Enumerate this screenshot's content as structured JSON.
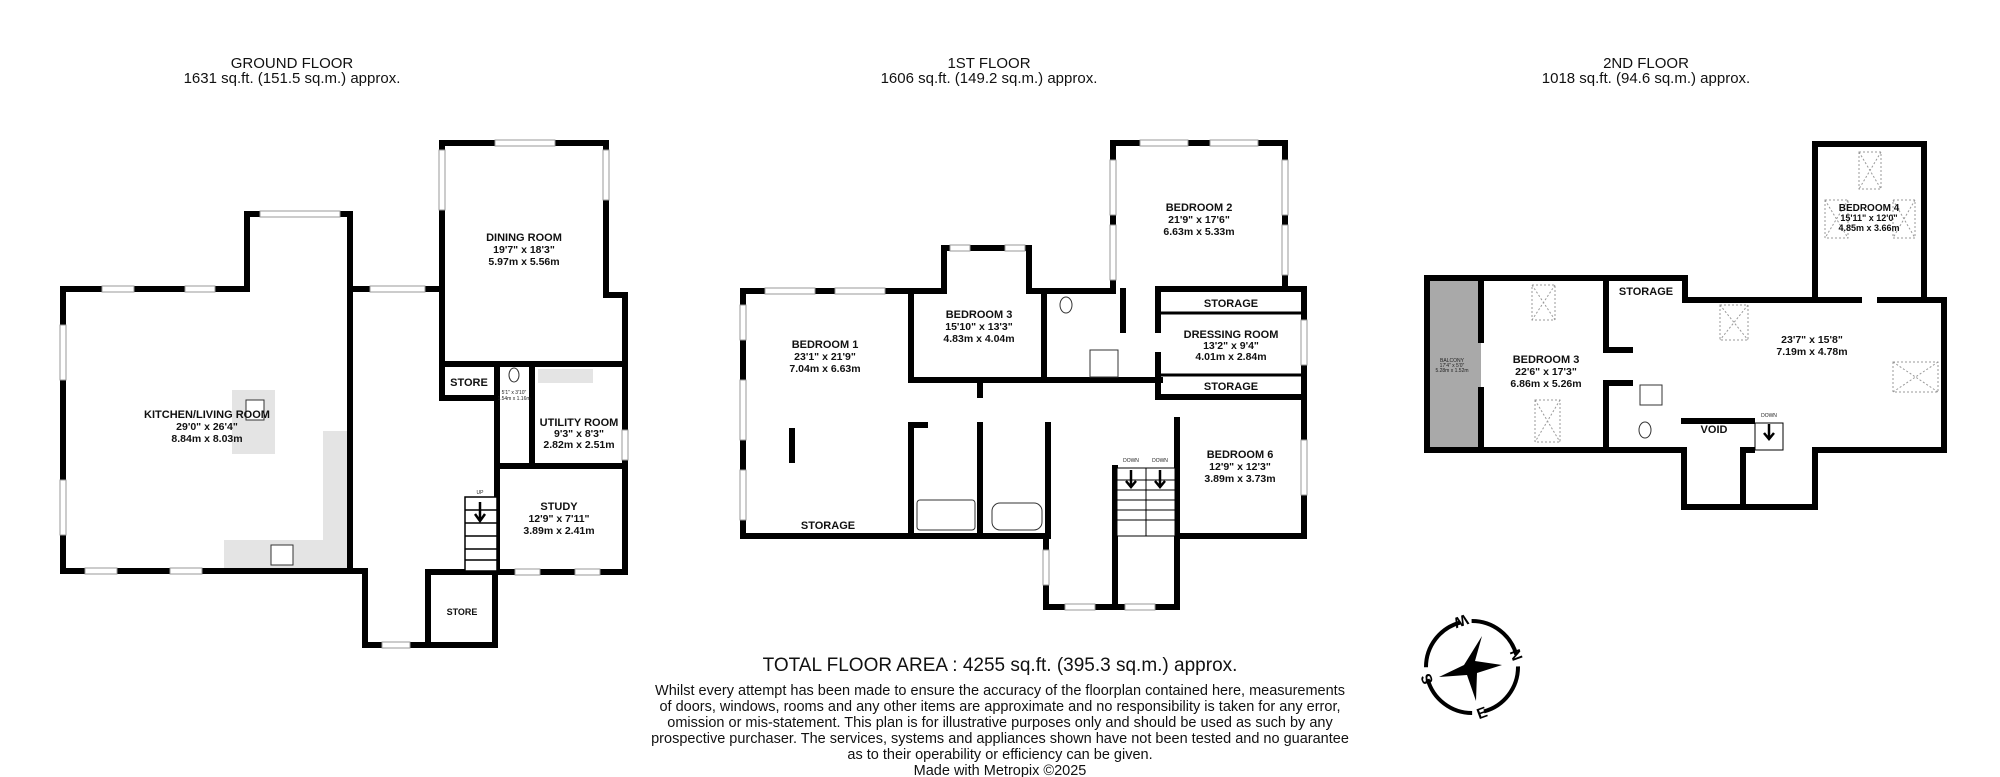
{
  "floors": {
    "ground": {
      "title": "GROUND FLOOR",
      "area": "1631 sq.ft. (151.5 sq.m.) approx.",
      "rooms": {
        "kitchen": {
          "name": "KITCHEN/LIVING ROOM",
          "imperial": "29'0\"  x 26'4\"",
          "metric": "8.84m  x 8.03m"
        },
        "dining": {
          "name": "DINING ROOM",
          "imperial": "19'7\"  x 18'3\"",
          "metric": "5.97m  x 5.56m"
        },
        "store1": {
          "name": "STORE"
        },
        "wc": {
          "imperial": "5'1\" x 3'10\"",
          "metric": "1.54m x 1.16m"
        },
        "utility": {
          "name": "UTILITY ROOM",
          "imperial": "9'3\"  x 8'3\"",
          "metric": "2.82m  x 2.51m"
        },
        "study": {
          "name": "STUDY",
          "imperial": "12'9\"  x 7'11\"",
          "metric": "3.89m  x 2.41m"
        },
        "store2": {
          "name": "STORE"
        }
      },
      "stairs_label": "UP"
    },
    "first": {
      "title": "1ST FLOOR",
      "area": "1606 sq.ft. (149.2 sq.m.) approx.",
      "rooms": {
        "bedroom1": {
          "name": "BEDROOM 1",
          "imperial": "23'1\"  x 21'9\"",
          "metric": "7.04m  x 6.63m"
        },
        "bedroom1_storage": {
          "name": "STORAGE"
        },
        "bedroom3": {
          "name": "BEDROOM 3",
          "imperial": "15'10\"  x 13'3\"",
          "metric": "4.83m  x 4.04m"
        },
        "bedroom2": {
          "name": "BEDROOM 2",
          "imperial": "21'9\"  x 17'6\"",
          "metric": "6.63m  x 5.33m"
        },
        "storage_top": {
          "name": "STORAGE"
        },
        "dressing": {
          "name": "DRESSING ROOM",
          "imperial": "13'2\"  x 9'4\"",
          "metric": "4.01m  x 2.84m"
        },
        "storage_bottom": {
          "name": "STORAGE"
        },
        "bedroom6": {
          "name": "BEDROOM 6",
          "imperial": "12'9\"  x 12'3\"",
          "metric": "3.89m  x 3.73m"
        }
      },
      "stairs_labels": [
        "DOWN",
        "DOWN"
      ]
    },
    "second": {
      "title": "2ND FLOOR",
      "area": "1018 sq.ft. (94.6 sq.m.) approx.",
      "rooms": {
        "balcony": {
          "name": "BALCONY",
          "imperial": "17'4\" x 5'0\"",
          "metric": "5.28m x 1.52m"
        },
        "bedroom3": {
          "name": "BEDROOM 3",
          "imperial": "22'6\"  x 17'3\"",
          "metric": "6.86m  x 5.26m"
        },
        "storage": {
          "name": "STORAGE"
        },
        "landing": {
          "imperial": "23'7\"  x 15'8\"",
          "metric": "7.19m  x 4.78m"
        },
        "bedroom4": {
          "name": "BEDROOM 4",
          "imperial": "15'11\"  x 12'0\"",
          "metric": "4.85m  x 3.66m"
        },
        "void": {
          "name": "VOID"
        }
      },
      "stairs_label": "DOWN"
    }
  },
  "total_area": "TOTAL FLOOR AREA : 4255 sq.ft. (395.3 sq.m.) approx.",
  "disclaimer": [
    "Whilst every attempt has been made to ensure the accuracy of the floorplan contained here, measurements",
    "of doors, windows, rooms and any other items are approximate and no responsibility is taken for any error,",
    "omission or mis-statement. This plan is for illustrative purposes only and should be used as such by any",
    "prospective purchaser. The services, systems and appliances shown have not been tested and no guarantee",
    "as to their operability or efficiency can be given."
  ],
  "credit": "Made with Metropix ©2025",
  "compass": {
    "icon": "compass-icon",
    "letters": {
      "n": "N",
      "e": "E",
      "s": "S",
      "w": "W"
    }
  },
  "colors": {
    "walls": "#000000",
    "balcony": "#a9a9a9",
    "fixtures": "#e4e4e4"
  }
}
